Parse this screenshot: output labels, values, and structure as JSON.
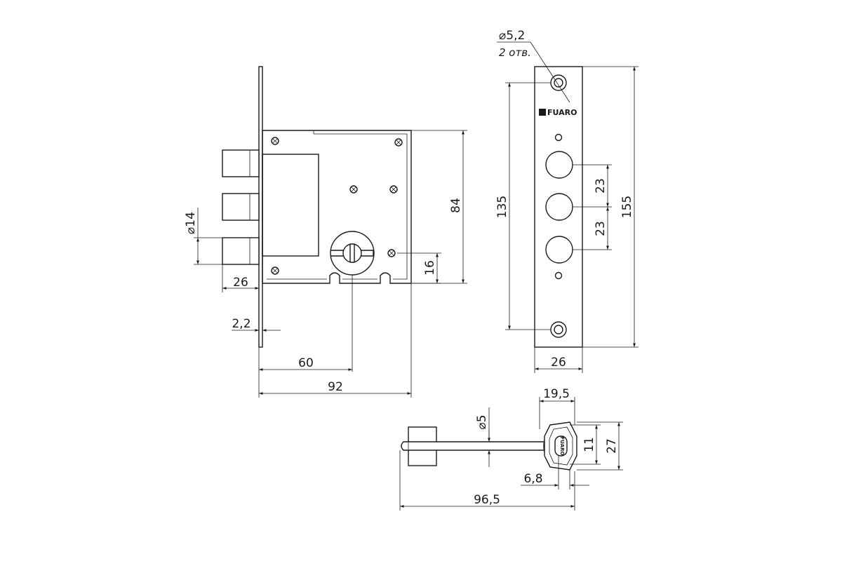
{
  "brand": "FUARO",
  "lock_side": {
    "dim_height": "84",
    "dim_bolt_dia": "14",
    "dim_bolt_len": "26",
    "dim_plate": "2,2",
    "dim_backset": "60",
    "dim_depth": "92",
    "dim_key_offset": "16"
  },
  "faceplate": {
    "hole_dia": "5,2",
    "hole_count": "2 отв.",
    "dim_holes": "135",
    "dim_length": "155",
    "dim_width": "26",
    "dim_bolt_pitch_1": "23",
    "dim_bolt_pitch_2": "23"
  },
  "key": {
    "dim_head_width": "19,5",
    "dim_shaft_dia": "5",
    "dim_inner": "11",
    "dim_head_height": "27",
    "dim_collar": "6,8",
    "dim_total": "96,5"
  }
}
